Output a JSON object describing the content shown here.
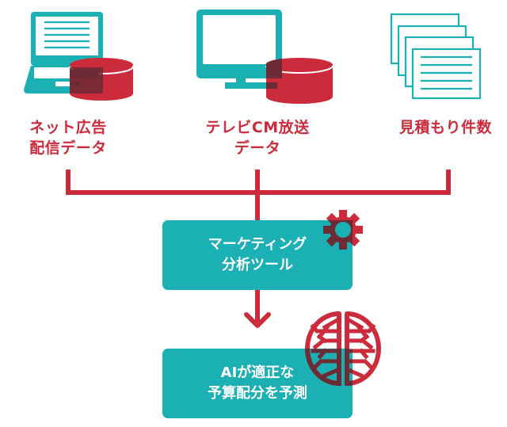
{
  "colors": {
    "teal": "#1ab0b4",
    "red": "#cc2b3b",
    "overlap": "#6b2c35",
    "white": "#ffffff"
  },
  "sources": [
    {
      "icon": "laptop-database-icon",
      "lines": [
        "ネット広告",
        "配信データ"
      ]
    },
    {
      "icon": "monitor-database-icon",
      "lines": [
        "テレビCM放送",
        "データ"
      ]
    },
    {
      "icon": "document-stack-icon",
      "lines": [
        "見積もり件数"
      ]
    }
  ],
  "tool_box": {
    "icon": "gear-icon",
    "lines": [
      "マーケティング",
      "分析ツール"
    ]
  },
  "ai_box": {
    "icon": "brain-icon",
    "lines": [
      "AIが適正な",
      "予算配分を予測"
    ]
  }
}
